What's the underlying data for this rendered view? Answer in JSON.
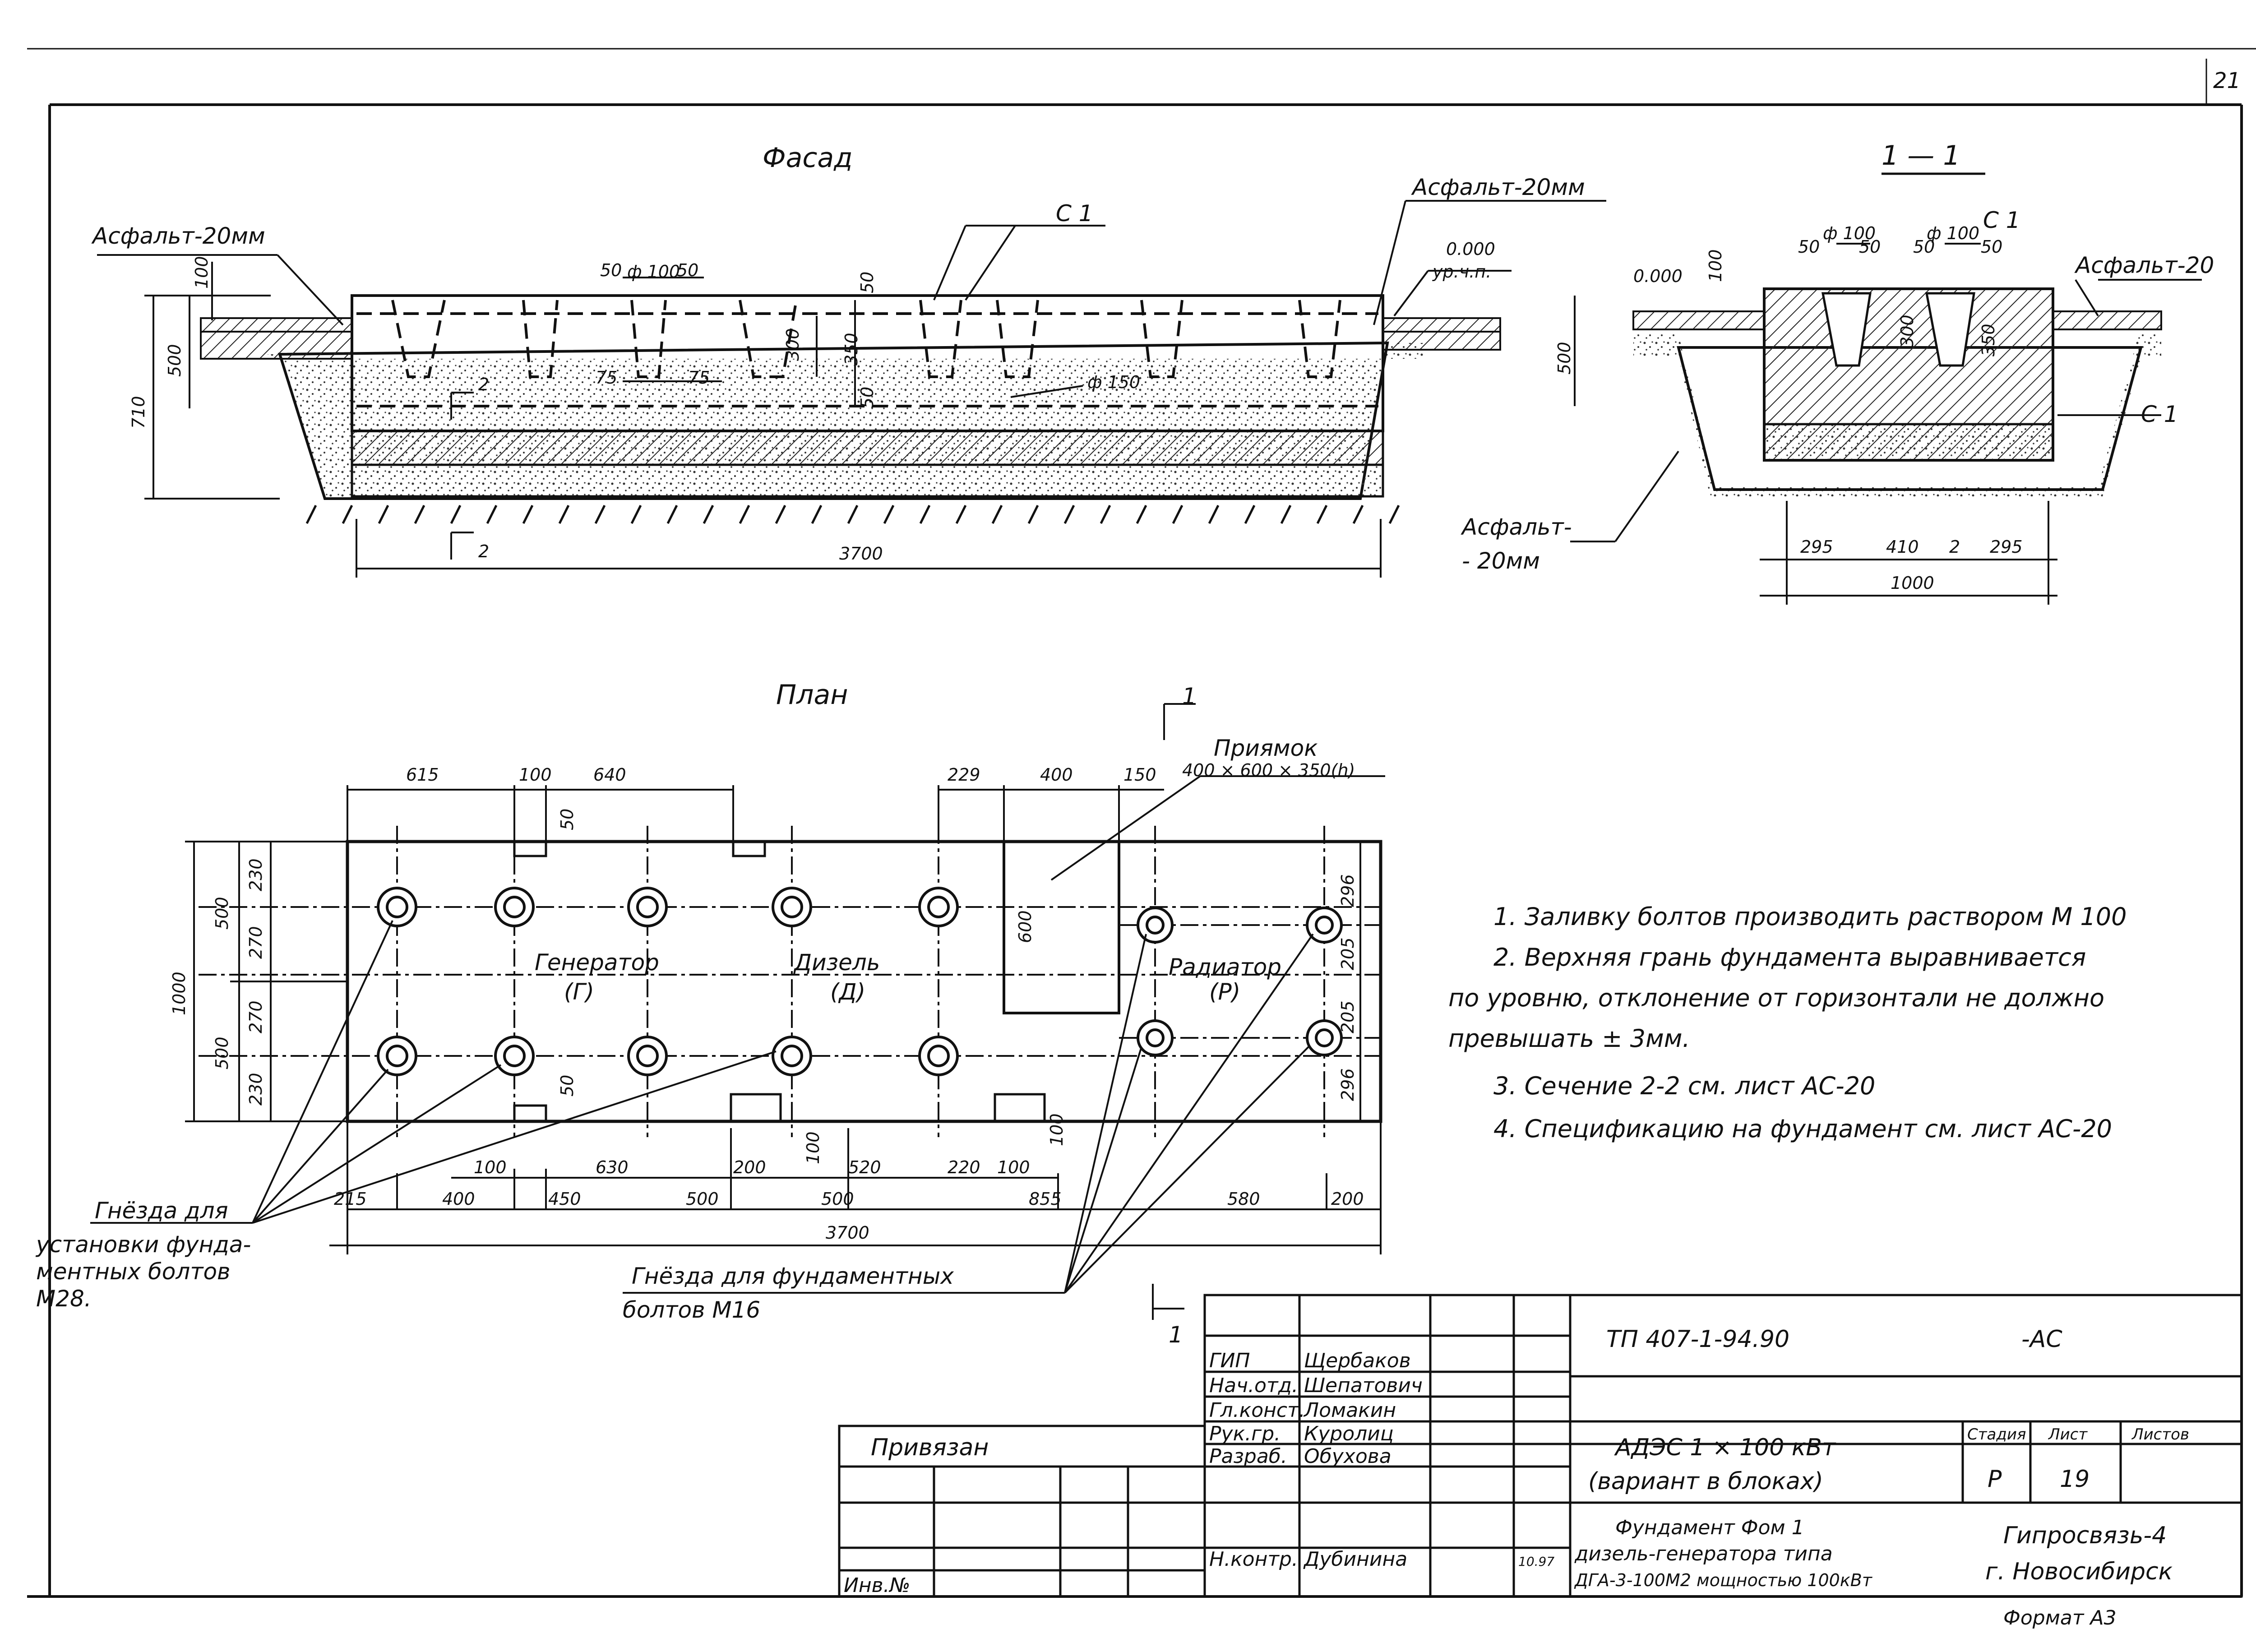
{
  "sheet_number": "21",
  "views": {
    "facade": {
      "title": "Фасад",
      "asphalt_left": "Асфальт-20мм",
      "asphalt_right": "Асфальт-20мм",
      "c1": "С 1",
      "level": "0.000",
      "level_sub": "ур.ч.п.",
      "phi100": "ф 100",
      "phi150": "ф 150",
      "dims": {
        "d50a": "50",
        "d50b": "50",
        "d50c": "50",
        "d50d": "50",
        "d75a": "75",
        "d75b": "75",
        "d300": "300",
        "d350": "350",
        "d100": "100",
        "d500": "500",
        "d710": "710",
        "d3700": "3700",
        "cut2": "2",
        "cut2b": "2"
      }
    },
    "section_1_1": {
      "title": "1 — 1",
      "phi100a": "ф 100",
      "phi100b": "ф 100",
      "c1a": "С 1",
      "c1b": "С 1",
      "asphalt_right": "Асфальт-20",
      "asphalt_bottom_1": "Асфальт-",
      "asphalt_bottom_2": "- 20мм",
      "level": "0.000",
      "dims": {
        "d50a": "50",
        "d50b": "50",
        "d50c": "50",
        "d50d": "50",
        "d100": "100",
        "d500": "500",
        "d300a": "300",
        "d350b": "350",
        "d295a": "295",
        "d410": "410",
        "d295b": "295",
        "d1000": "1000",
        "cut2": "2"
      }
    },
    "plan": {
      "title": "План",
      "cut_1_top": "1",
      "cut_1_bottom": "1",
      "pit_label": "Приямок",
      "pit_size": "400 × 600 × 350(h)",
      "generator": "Генератор",
      "generator_abbr": "(Г)",
      "diesel": "Дизель",
      "diesel_abbr": "(Д)",
      "radiator": "Радиатор",
      "radiator_abbr": "(Р)",
      "sockets_m28_1": "Гнёзда для",
      "sockets_m28_2": "установки фунда-",
      "sockets_m28_3": "ментных болтов",
      "sockets_m28_4": "М28.",
      "sockets_m16_1": "Гнёзда для фундаментных",
      "sockets_m16_2": "болтов М16",
      "top_dims": {
        "d615": "615",
        "d100": "100",
        "d640": "640",
        "d50": "50",
        "d229": "229",
        "d400": "400",
        "d150": "150"
      },
      "left_dims": {
        "d500a": "500",
        "d500b": "500",
        "d230a": "230",
        "d270a": "270",
        "d270b": "270",
        "d230b": "230",
        "d1000": "1000",
        "d50": "50"
      },
      "right_dims": {
        "d296a": "296",
        "d205a": "205",
        "d205b": "205",
        "d296b": "296"
      },
      "pit_depth": "600",
      "bottom_dims_1": {
        "d100a": "100",
        "d630": "630",
        "d200": "200",
        "d100b": "100",
        "d520": "520",
        "d220": "220",
        "d100c": "100",
        "d100d": "100"
      },
      "bottom_dims_2": {
        "d215": "215",
        "d400": "400",
        "d450": "450",
        "d500a": "500",
        "d500b": "500",
        "d855": "855",
        "d580": "580",
        "d200": "200"
      },
      "total": "3700"
    }
  },
  "notes": [
    "1. Заливку болтов производить раствором М 100",
    "2. Верхняя грань фундамента выравнивается",
    "по уровню, отклонение от горизонтали не должно",
    "превышать ± 3мм.",
    "3. Сечение 2-2 см. лист АС-20",
    "4. Спецификацию на фундамент см. лист АС-20"
  ],
  "title_block": {
    "code": "ТП 407-1-94.90",
    "suffix": "-АС",
    "roles": [
      {
        "role": "ГИП",
        "name": "Щербаков"
      },
      {
        "role": "Нач.отд.",
        "name": "Шепатович"
      },
      {
        "role": "Гл.конст.",
        "name": "Ломакин"
      },
      {
        "role": "Рук.гр.",
        "name": "Куролиц"
      },
      {
        "role": "Разраб.",
        "name": "Обухова"
      },
      {
        "role": "Н.контр.",
        "name": "Дубинина"
      }
    ],
    "nkontr_date": "10.97",
    "privyazan": "Привязан",
    "inv": "Инв.№",
    "object_1": "АДЭС   1 × 100 кВт",
    "object_2": "(вариант в блоках)",
    "drawing_1": "Фундамент Фом 1",
    "drawing_2": "дизель-генератора типа",
    "drawing_3": "ДГА-3-100М2 мощностью 100кВт",
    "stage_h": "Стадия",
    "sheet_h": "Лист",
    "sheets_h": "Листов",
    "stage": "Р",
    "sheet": "19",
    "org_1": "Гипросвязь-4",
    "org_2": "г. Новосибирск",
    "format": "Формат А3"
  }
}
